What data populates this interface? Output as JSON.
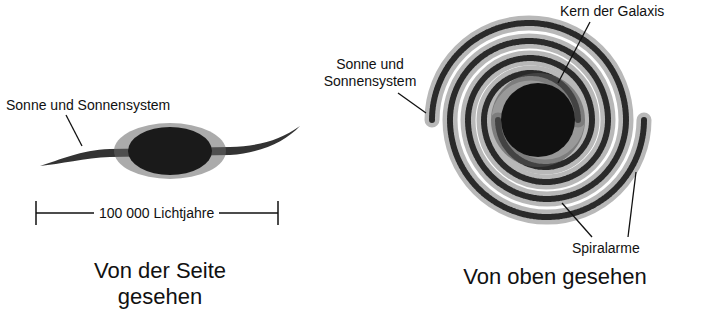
{
  "diagram": {
    "labels": [
      "Sonne und Sonnensystem",
      "100 000 Lichtjahre",
      "Von der Seite gesehen",
      "Kern der Galaxis",
      "Sonne und Sonnensystem",
      "Spiralarme",
      "Von oben gesehen"
    ]
  }
}
